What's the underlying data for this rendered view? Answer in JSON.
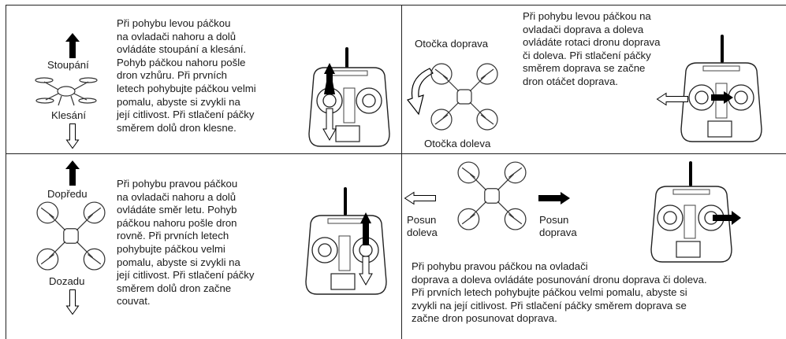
{
  "panels": {
    "climb": {
      "label_up": "Stoupání",
      "label_down": "Klesání",
      "lines": [
        "Při pohybu levou páčkou",
        "na ovladači nahoru a dolů",
        "ovládáte stoupání a klesání.",
        "Pohyb páčkou nahoru pošle",
        "dron vzhůru. Při prvních",
        "letech pohybujte páčkou velmi",
        "pomalu, abyste si zvykli na",
        "její citlivost. Při stlačení páčky",
        "směrem dolů dron klesne."
      ]
    },
    "rotate": {
      "label_right": "Otočka doprava",
      "label_left": "Otočka doleva",
      "lines": [
        "Při pohybu levou páčkou na",
        "ovladači doprava a doleva",
        "ovládáte rotaci dronu doprava",
        "či doleva. Při stlačení páčky",
        "směrem doprava se začne",
        "dron otáčet doprava."
      ]
    },
    "pitch": {
      "label_up": "Dopředu",
      "label_down": "Dozadu",
      "lines": [
        "Při pohybu pravou páčkou",
        "na ovladači nahoru a dolů",
        "ovládáte směr letu. Pohyb",
        "páčkou nahoru pošle dron",
        "rovně. Při prvních letech",
        "pohybujte páčkou velmi",
        "pomalu, abyste si zvykli na",
        "její citlivost. Při stlačení páčky",
        "směrem dolů dron začne",
        "couvat."
      ]
    },
    "strafe": {
      "label_left_1": "Posun",
      "label_left_2": "doleva",
      "label_right_1": "Posun",
      "label_right_2": "doprava",
      "lines": [
        "Při pohybu pravou páčkou na ovladači",
        "doprava a doleva ovládáte posunování dronu doprava či doleva.",
        "Při prvních letech pohybujte páčkou velmi pomalu, abyste si",
        "zvykli na její citlivost. Při stlačení páčky směrem doprava se",
        "začne dron posunovat doprava."
      ]
    }
  },
  "icons": [
    "arrow-up-filled",
    "arrow-down-outline",
    "arrow-left-outline",
    "arrow-right-filled",
    "curved-rotate-arrow",
    "quadcopter-drone",
    "remote-controller"
  ]
}
